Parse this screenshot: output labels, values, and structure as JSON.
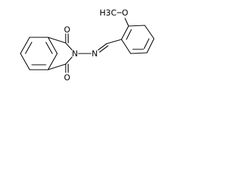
{
  "molecule": {
    "atoms": {
      "methoxy": "H3C",
      "methoxy_oxygen": "O",
      "carbonyl_oxygen_top": "O",
      "carbonyl_oxygen_bottom": "O",
      "imide_nitrogen": "N",
      "imine_nitrogen": "N"
    }
  }
}
